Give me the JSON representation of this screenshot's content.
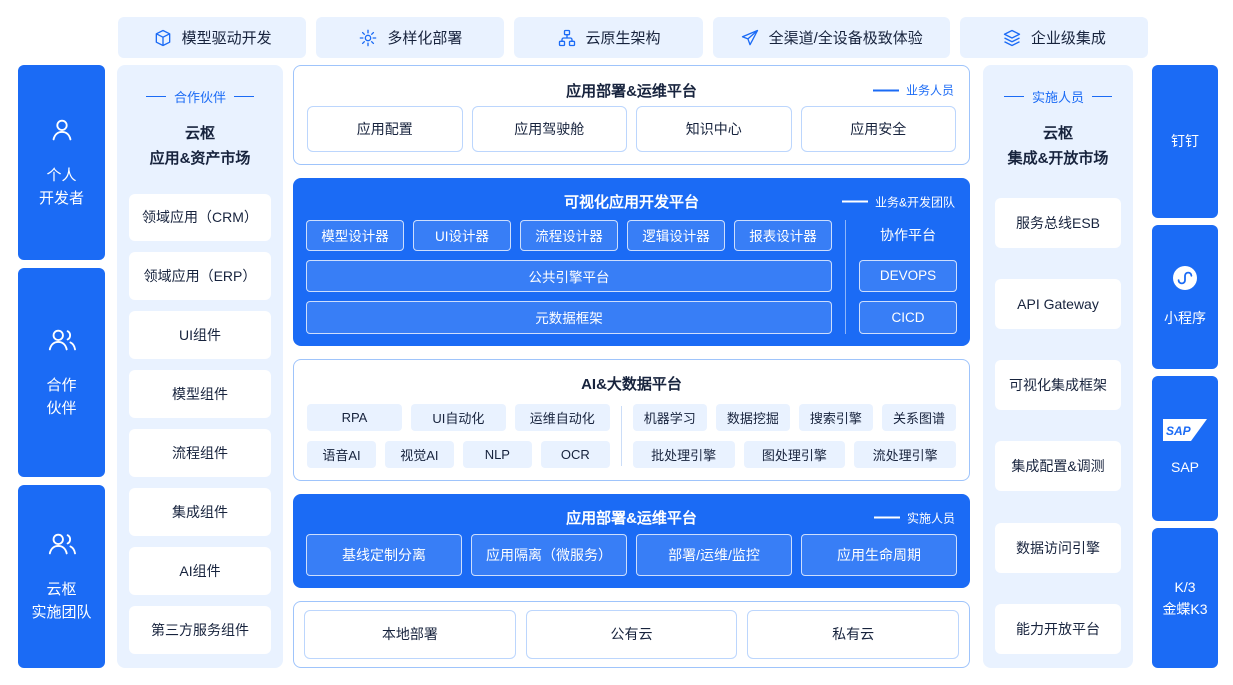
{
  "colors": {
    "accent_blue": "#1B6BF5",
    "panel_blue": "#E9F2FF",
    "text_dark": "#17233D"
  },
  "top_badges": [
    {
      "icon": "cube-icon",
      "label": "模型驱动开发"
    },
    {
      "icon": "gear-icon",
      "label": "多样化部署"
    },
    {
      "icon": "sitemap-icon",
      "label": "云原生架构"
    },
    {
      "icon": "paper-plane-icon",
      "label": "全渠道/全设备极致体验"
    },
    {
      "icon": "layers-icon",
      "label": "企业级集成"
    }
  ],
  "left_roles": [
    {
      "line1": "个人",
      "line2": "开发者"
    },
    {
      "line1": "合作",
      "line2": "伙伴"
    },
    {
      "line1": "云枢",
      "line2": "实施团队"
    }
  ],
  "left_market": {
    "tag": "合作伙伴",
    "title_line1": "云枢",
    "title_line2": "应用&资产市场",
    "items": [
      "领域应用（CRM）",
      "领域应用（ERP）",
      "UI组件",
      "模型组件",
      "流程组件",
      "集成组件",
      "AI组件",
      "第三方服务组件"
    ]
  },
  "center": {
    "ops_top": {
      "title": "应用部署&运维平台",
      "audience": "业务人员",
      "buttons": [
        "应用配置",
        "应用驾驶舱",
        "知识中心",
        "应用安全"
      ]
    },
    "dev_platform": {
      "title": "可视化应用开发平台",
      "audience": "业务&开发团队",
      "designers": [
        "模型设计器",
        "UI设计器",
        "流程设计器",
        "逻辑设计器",
        "报表设计器"
      ],
      "engine_bar": "公共引擎平台",
      "metadata_bar": "元数据框架",
      "collab_title": "协作平台",
      "collab_items": [
        "DEVOPS",
        "CICD"
      ]
    },
    "ai_platform": {
      "title": "AI&大数据平台",
      "left_row1": [
        "RPA",
        "UI自动化",
        "运维自动化"
      ],
      "left_row2": [
        "语音AI",
        "视觉AI",
        "NLP",
        "OCR"
      ],
      "right_row1": [
        "机器学习",
        "数据挖掘",
        "搜索引擎",
        "关系图谱"
      ],
      "right_row2": [
        "批处理引擎",
        "图处理引擎",
        "流处理引擎"
      ]
    },
    "ops_bottom": {
      "title": "应用部署&运维平台",
      "audience": "实施人员",
      "buttons": [
        "基线定制分离",
        "应用隔离（微服务）",
        "部署/运维/监控",
        "应用生命周期"
      ]
    },
    "deploy": {
      "buttons": [
        "本地部署",
        "公有云",
        "私有云"
      ]
    }
  },
  "right_market": {
    "tag": "实施人员",
    "title_line1": "云枢",
    "title_line2": "集成&开放市场",
    "items": [
      "服务总线ESB",
      "API Gateway",
      "可视化集成框架",
      "集成配置&调测",
      "数据访问引擎",
      "能力开放平台"
    ]
  },
  "channels": [
    {
      "label": "钉钉"
    },
    {
      "label": "小程序"
    },
    {
      "label": "SAP"
    },
    {
      "line1": "K/3",
      "line2": "金蝶K3"
    }
  ]
}
